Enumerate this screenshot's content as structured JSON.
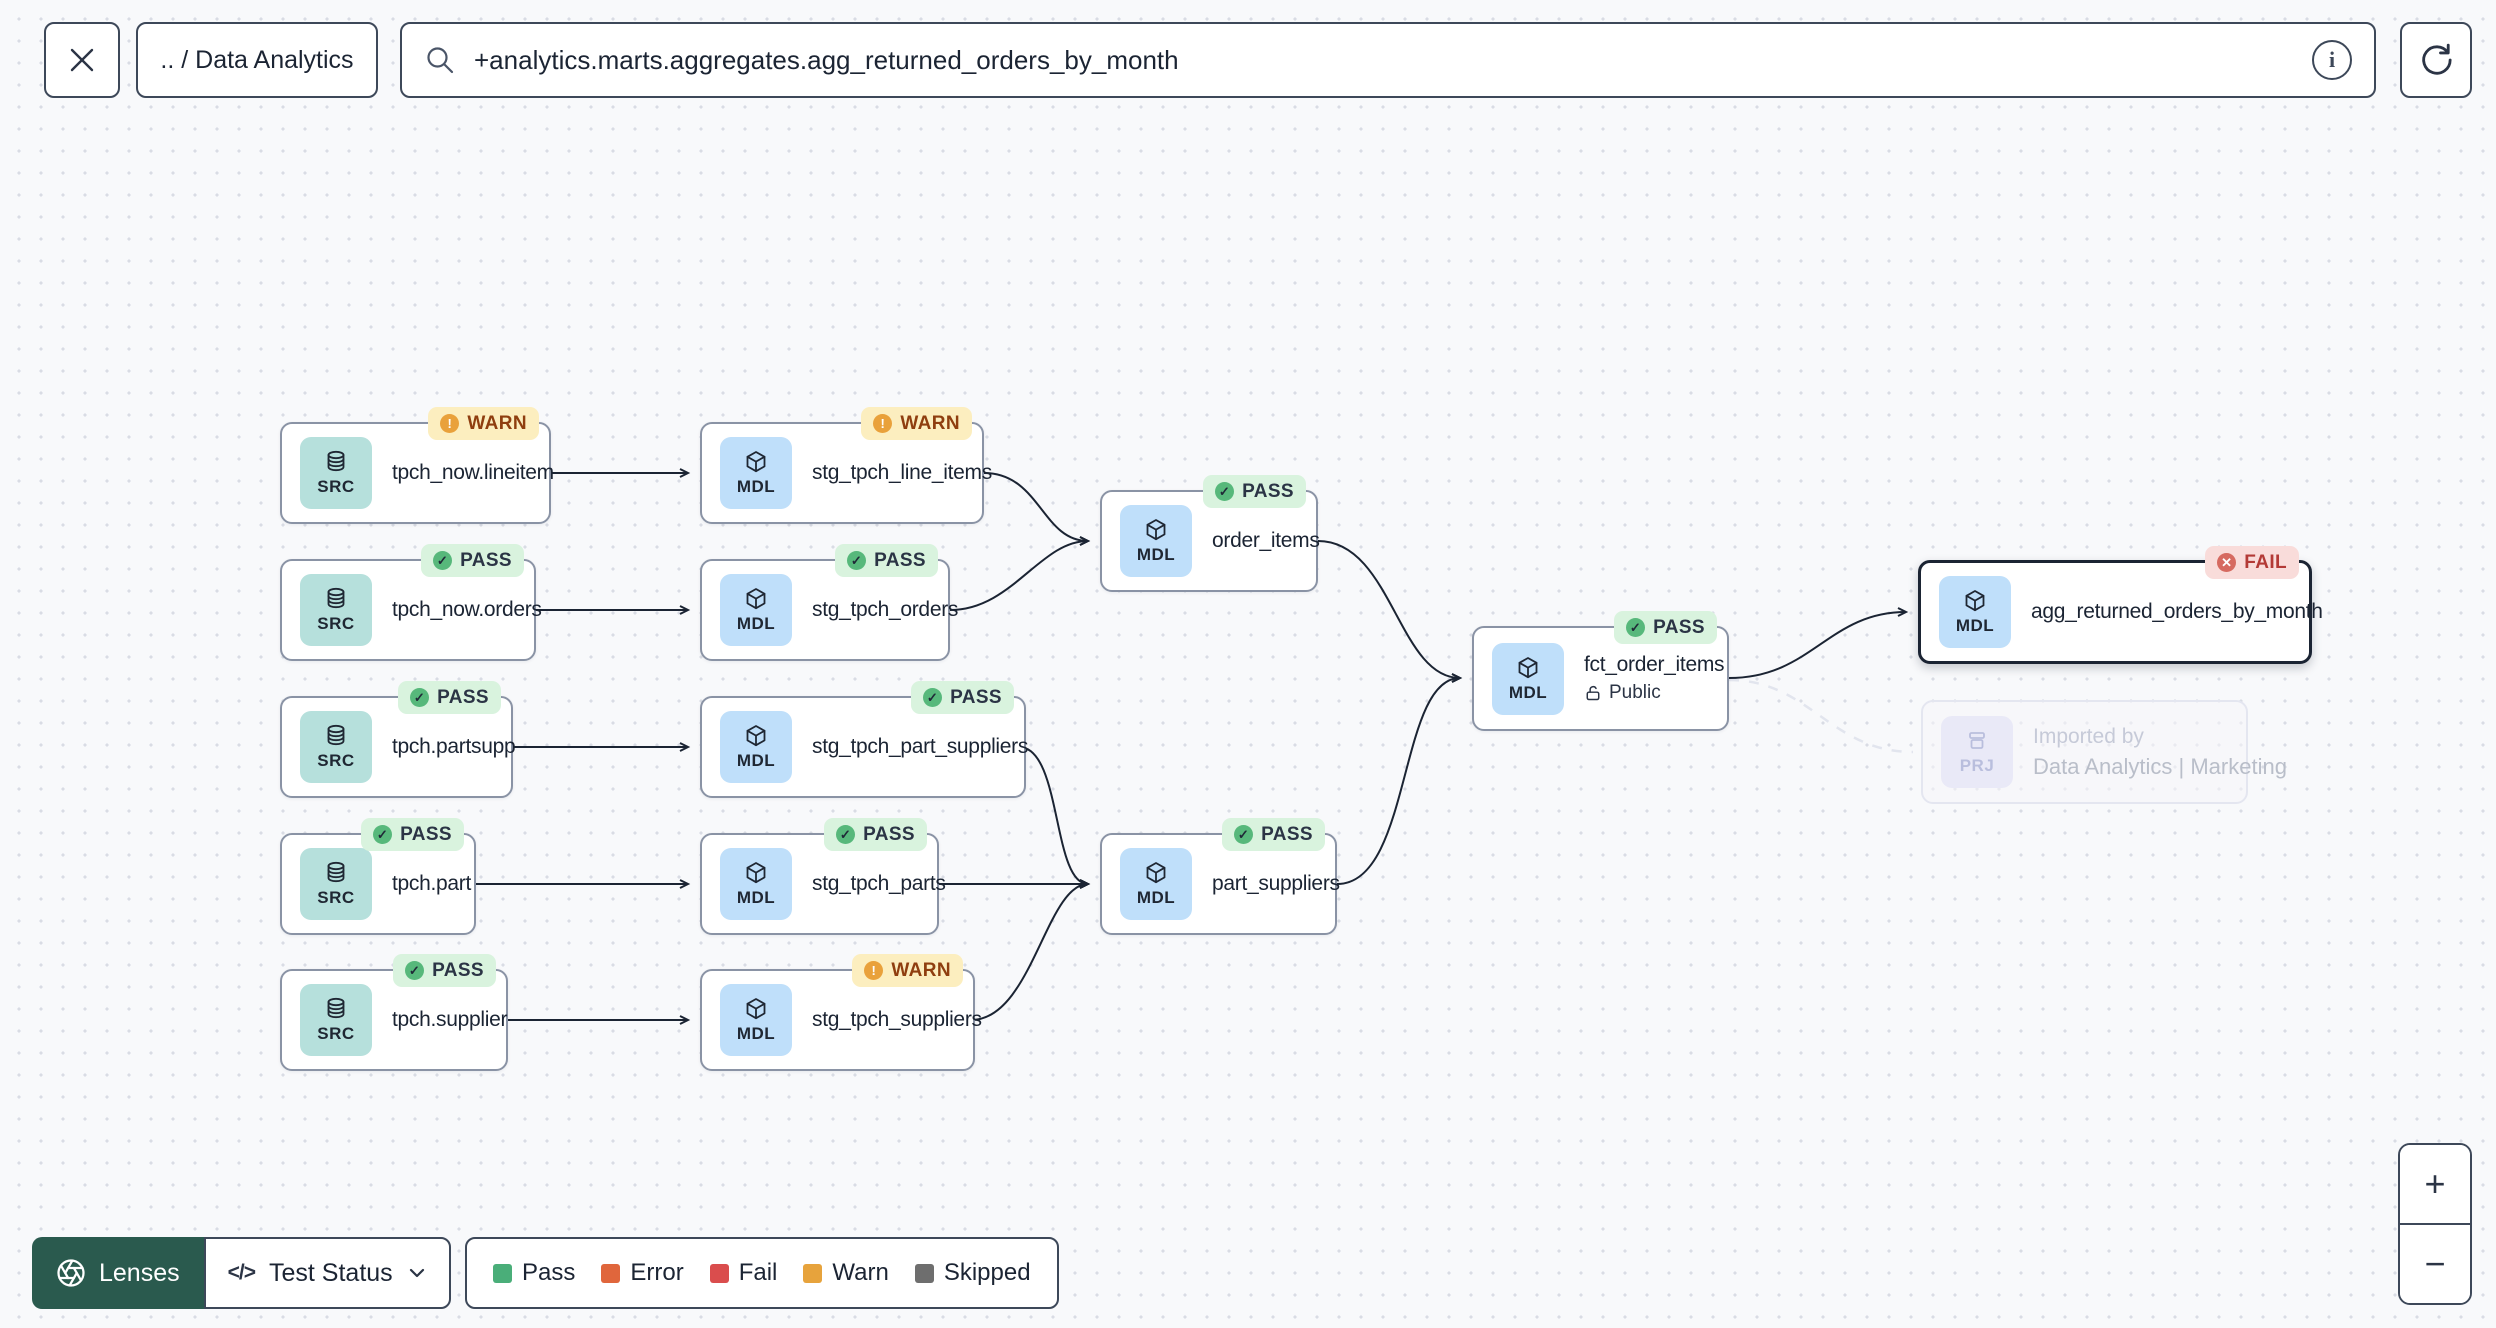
{
  "header": {
    "breadcrumb": ".. / Data Analytics",
    "search_value": "+analytics.marts.aggregates.agg_returned_orders_by_month"
  },
  "icons": {
    "pass_check": "✓",
    "warn_exclaim": "!",
    "fail_cross": "✕",
    "code": "</>",
    "info": "i",
    "zoom_in": "+",
    "zoom_out": "−"
  },
  "toolbar": {
    "lenses_label": "Lenses",
    "selected_lens": "Test Status"
  },
  "legend": {
    "items": [
      {
        "label": "Pass",
        "color": "#4aae79"
      },
      {
        "label": "Error",
        "color": "#e0663c"
      },
      {
        "label": "Fail",
        "color": "#da4d4d"
      },
      {
        "label": "Warn",
        "color": "#e7a33c"
      },
      {
        "label": "Skipped",
        "color": "#6e6e6e"
      }
    ]
  },
  "colors": {
    "lenses_green": "#2a5a4e",
    "src_chip": "#b6e0dc",
    "mdl_chip": "#bfdffa",
    "prj_chip": "#e9e9f7",
    "pass_badge_bg": "#d9f3de",
    "warn_badge_bg": "#fceebf",
    "fail_badge_bg": "#f9dcda",
    "edge": "#1b2433"
  },
  "nodes": [
    {
      "type": "SRC",
      "label": "tpch_now.lineitem",
      "status": "WARN"
    },
    {
      "type": "MDL",
      "label": "stg_tpch_line_items",
      "status": "WARN"
    },
    {
      "type": "SRC",
      "label": "tpch_now.orders",
      "status": "PASS"
    },
    {
      "type": "MDL",
      "label": "stg_tpch_orders",
      "status": "PASS"
    },
    {
      "type": "SRC",
      "label": "tpch.partsupp",
      "status": "PASS"
    },
    {
      "type": "MDL",
      "label": "stg_tpch_part_suppliers",
      "status": "PASS"
    },
    {
      "type": "SRC",
      "label": "tpch.part",
      "status": "PASS"
    },
    {
      "type": "MDL",
      "label": "stg_tpch_parts",
      "status": "PASS"
    },
    {
      "type": "SRC",
      "label": "tpch.supplier",
      "status": "PASS"
    },
    {
      "type": "MDL",
      "label": "stg_tpch_suppliers",
      "status": "WARN"
    },
    {
      "type": "MDL",
      "label": "order_items",
      "status": "PASS"
    },
    {
      "type": "MDL",
      "label": "part_suppliers",
      "status": "PASS"
    },
    {
      "type": "MDL",
      "label": "fct_order_items",
      "status": "PASS",
      "access": "Public"
    },
    {
      "type": "MDL",
      "label": "agg_returned_orders_by_month",
      "status": "FAIL",
      "selected": true
    },
    {
      "type": "PRJ",
      "label_line1": "Imported by",
      "label_line2": "Data Analytics | Marketing",
      "ghost": true
    }
  ],
  "edges": [
    {
      "from": "tpch_now.lineitem",
      "to": "stg_tpch_line_items"
    },
    {
      "from": "tpch_now.orders",
      "to": "stg_tpch_orders"
    },
    {
      "from": "tpch.partsupp",
      "to": "stg_tpch_part_suppliers"
    },
    {
      "from": "tpch.part",
      "to": "stg_tpch_parts"
    },
    {
      "from": "tpch.supplier",
      "to": "stg_tpch_suppliers"
    },
    {
      "from": "stg_tpch_line_items",
      "to": "order_items"
    },
    {
      "from": "stg_tpch_orders",
      "to": "order_items"
    },
    {
      "from": "stg_tpch_part_suppliers",
      "to": "part_suppliers"
    },
    {
      "from": "stg_tpch_parts",
      "to": "part_suppliers"
    },
    {
      "from": "stg_tpch_suppliers",
      "to": "part_suppliers"
    },
    {
      "from": "order_items",
      "to": "fct_order_items"
    },
    {
      "from": "part_suppliers",
      "to": "fct_order_items"
    },
    {
      "from": "fct_order_items",
      "to": "agg_returned_orders_by_month"
    },
    {
      "from": "fct_order_items",
      "to": "imported-by-project",
      "style": "dashed"
    }
  ]
}
